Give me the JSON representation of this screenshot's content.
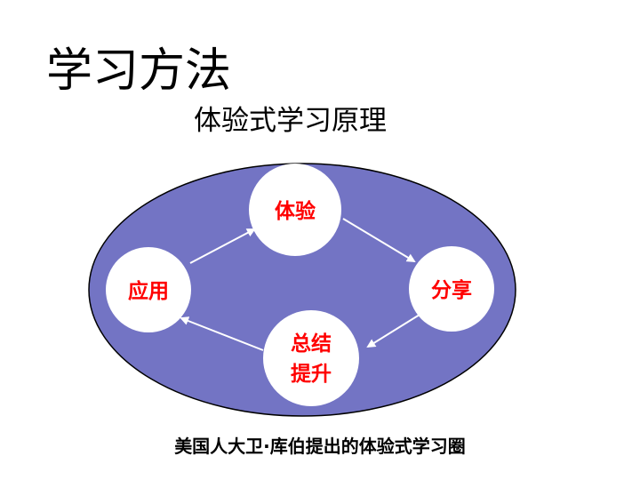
{
  "slide": {
    "title": "学习方法",
    "subtitle": "体验式学习原理",
    "caption": "美国人大卫·库伯提出的体验式学习圈"
  },
  "cycle": {
    "nodes": [
      {
        "id": "experience",
        "lines": [
          "体验"
        ]
      },
      {
        "id": "share",
        "lines": [
          "分享"
        ]
      },
      {
        "id": "summarize",
        "lines": [
          "总结",
          "提升"
        ]
      },
      {
        "id": "apply",
        "lines": [
          "应用"
        ]
      }
    ]
  },
  "colors": {
    "ellipse_fill": "#7374c4",
    "ellipse_stroke": "#000000",
    "node_fill": "#ffffff",
    "node_text": "#ff0000",
    "arrow": "#ffffff"
  }
}
